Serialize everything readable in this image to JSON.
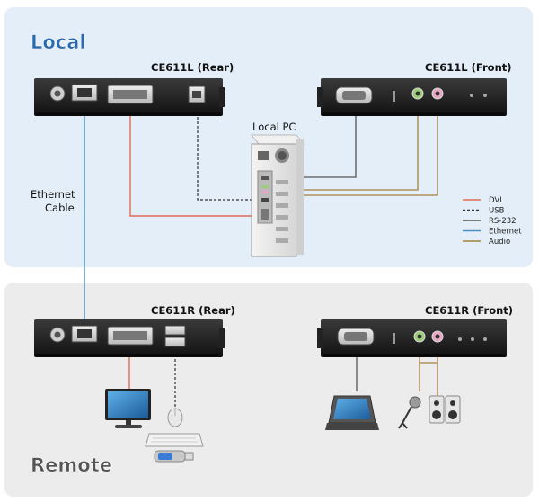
{
  "sections": {
    "local": {
      "title": "Local"
    },
    "remote": {
      "title": "Remote"
    }
  },
  "devices": {
    "local_rear": {
      "label": "CE611L (Rear)"
    },
    "local_front": {
      "label": "CE611L (Front)"
    },
    "remote_rear": {
      "label": "CE611R (Rear)"
    },
    "remote_front": {
      "label": "CE611R (Front)"
    },
    "local_pc": {
      "label": "Local PC"
    }
  },
  "cable_label": {
    "line1": "Ethernet",
    "line2": "Cable"
  },
  "legend": [
    {
      "label": "DVI",
      "color": "#e06a55",
      "dashed": false
    },
    {
      "label": "USB",
      "color": "#333333",
      "dashed": true
    },
    {
      "label": "RS-232",
      "color": "#555555",
      "dashed": false
    },
    {
      "label": "Ethernet",
      "color": "#4a8fc0",
      "dashed": false
    },
    {
      "label": "Audio",
      "color": "#a5803f",
      "dashed": false
    }
  ],
  "icons": {
    "monitor": "monitor-icon",
    "mouse": "mouse-icon",
    "keyboard": "keyboard-icon",
    "usb_drive": "usb-drive-icon",
    "touch_panel": "touch-panel-icon",
    "microphone": "microphone-icon",
    "speakers": "speakers-icon",
    "pc_tower": "pc-tower-icon"
  }
}
